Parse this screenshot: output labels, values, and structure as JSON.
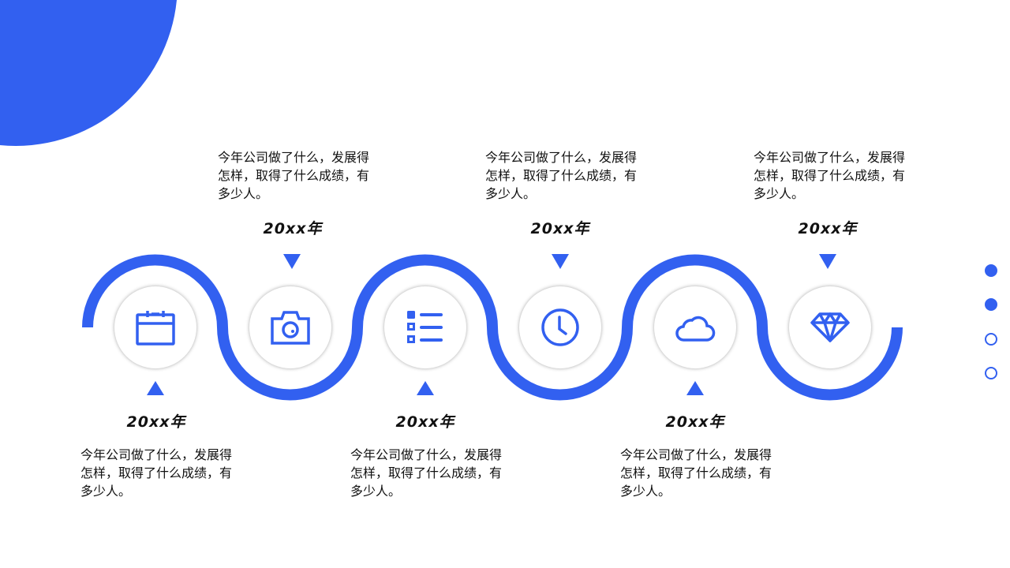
{
  "accent": "#3260f0",
  "items": [
    {
      "year": "20xx年",
      "text": "今年公司做了什么，发展得怎样，取得了什么成绩，有多少人。",
      "icon": "calendar-icon"
    },
    {
      "year": "20xx年",
      "text": "今年公司做了什么，发展得怎样，取得了什么成绩，有多少人。",
      "icon": "camera-icon"
    },
    {
      "year": "20xx年",
      "text": "今年公司做了什么，发展得怎样，取得了什么成绩，有多少人。",
      "icon": "list-icon"
    },
    {
      "year": "20xx年",
      "text": "今年公司做了什么，发展得怎样，取得了什么成绩，有多少人。",
      "icon": "clock-icon"
    },
    {
      "year": "20xx年",
      "text": "今年公司做了什么，发展得怎样，取得了什么成绩，有多少人。",
      "icon": "cloud-icon"
    },
    {
      "year": "20xx年",
      "text": "今年公司做了什么，发展得怎样，取得了什么成绩，有多少人。",
      "icon": "diamond-icon"
    }
  ],
  "pager": {
    "total": 4,
    "active": [
      true,
      true,
      false,
      false
    ]
  }
}
